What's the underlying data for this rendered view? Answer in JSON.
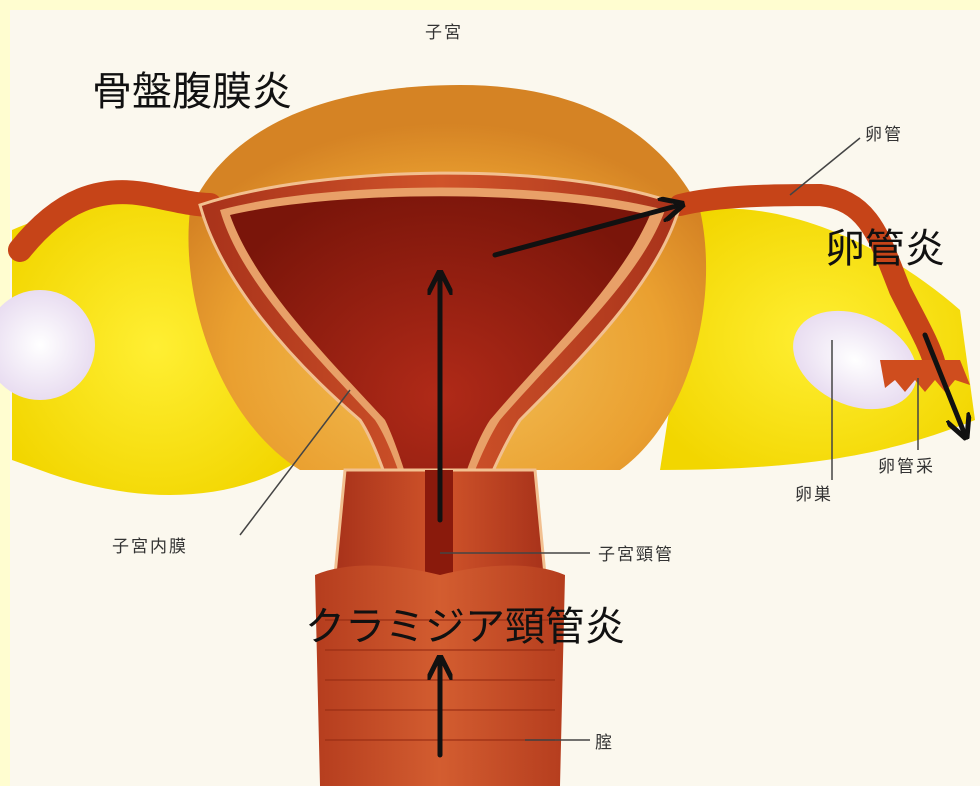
{
  "labels": {
    "uterus": "子宮",
    "fallopian_tube": "卵管",
    "endometrium": "子宮内膜",
    "cervical_canal": "子宮頸管",
    "ovary": "卵巣",
    "fimbria": "卵管采",
    "vagina": "腟"
  },
  "diseases": {
    "pelvic_peritonitis": "骨盤腹膜炎",
    "salpingitis": "卵管炎",
    "chlamydia_cervicitis": "クラミジア頸管炎"
  },
  "colors": {
    "background": "#fffdd0",
    "card": "#fbf8ee",
    "muscle": "#c8461c",
    "cavity": "#8a1a0c",
    "fat_yellow": "#f6e400",
    "arrow": "#111111"
  }
}
